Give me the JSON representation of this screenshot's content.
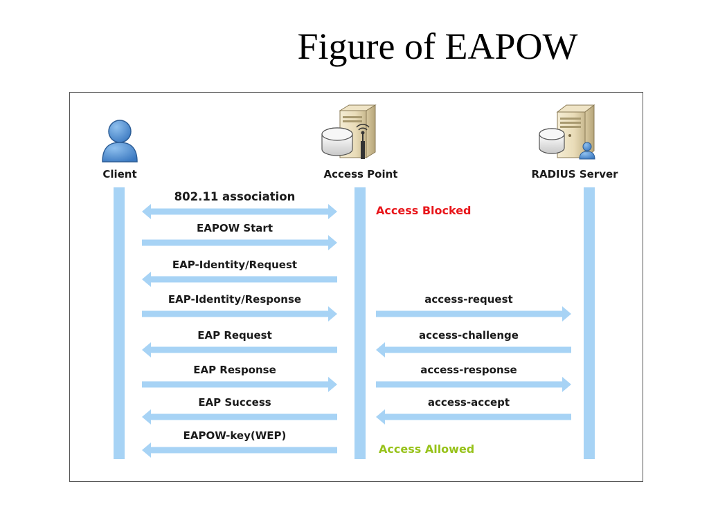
{
  "slide": {
    "title": "Figure of EAPOW"
  },
  "entities": {
    "client": "Client",
    "access_point": "Access Point",
    "radius_server": "RADIUS Server"
  },
  "status": {
    "blocked": "Access Blocked",
    "allowed": "Access Allowed"
  },
  "messages_left": [
    {
      "label": "802.11 association",
      "direction": "both"
    },
    {
      "label": "EAPOW Start",
      "direction": "right"
    },
    {
      "label": "EAP-Identity/Request",
      "direction": "left"
    },
    {
      "label": "EAP-Identity/Response",
      "direction": "right"
    },
    {
      "label": "EAP Request",
      "direction": "left"
    },
    {
      "label": "EAP Response",
      "direction": "right"
    },
    {
      "label": "EAP Success",
      "direction": "left"
    },
    {
      "label": "EAPOW-key(WEP)",
      "direction": "left"
    }
  ],
  "messages_right": [
    {
      "label": "access-request",
      "direction": "right"
    },
    {
      "label": "access-challenge",
      "direction": "left"
    },
    {
      "label": "access-response",
      "direction": "right"
    },
    {
      "label": "access-accept",
      "direction": "left"
    }
  ],
  "colors": {
    "lifeline": "#a7d3f5",
    "arrow": "#a7d3f5",
    "blocked": "#e8161b",
    "allowed": "#97c21a",
    "person": "#4a86c8"
  },
  "icons": {
    "client": "person-icon",
    "access_point": "access-point-icon",
    "radius_server": "server-user-icon"
  }
}
